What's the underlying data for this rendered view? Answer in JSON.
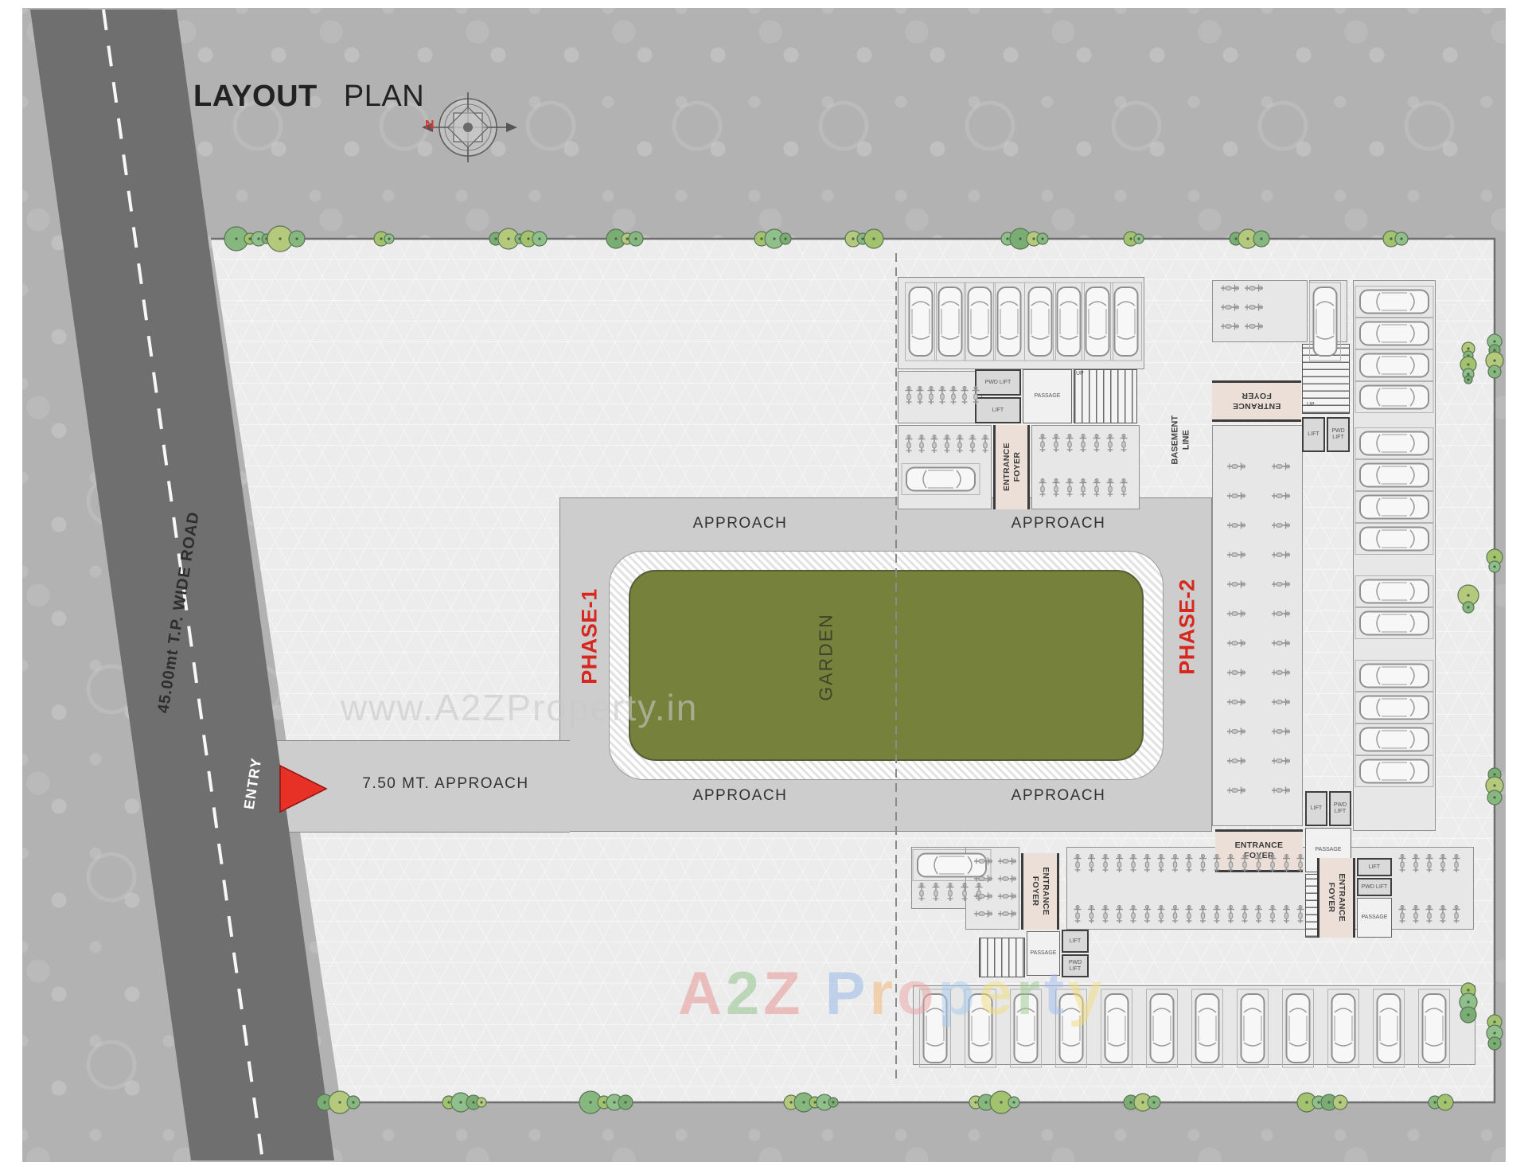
{
  "header": {
    "title_bold": "LAYOUT",
    "title_regular": "PLAN",
    "compass_north": "N"
  },
  "road": {
    "name": "45.00mt T.P. WIDE ROAD",
    "entry": "ENTRY"
  },
  "site": {
    "phase1": "PHASE-1",
    "phase2": "PHASE-2",
    "garden": "GARDEN",
    "approach": "APPROACH",
    "entry_approach": "7.50 MT. APPROACH",
    "basement_line": "BASEMENT LINE"
  },
  "buildings": {
    "entrance_foyer": "ENTRANCE FOYER",
    "lift": "LIFT",
    "pwd_lift": "PWD LIFT",
    "passage": "PASSAGE",
    "up": "UP"
  },
  "watermarks": {
    "center": "www.A2ZProperty.in",
    "brand_letters": [
      {
        "ch": "A",
        "color": "#e98f8f"
      },
      {
        "ch": "2",
        "color": "#8cc084"
      },
      {
        "ch": "Z",
        "color": "#e98f8f"
      },
      {
        "ch": " ",
        "color": "#ffffff"
      },
      {
        "ch": "P",
        "color": "#92b6e8"
      },
      {
        "ch": "r",
        "color": "#f2b46e"
      },
      {
        "ch": "o",
        "color": "#eba3a3"
      },
      {
        "ch": "p",
        "color": "#a8cbf0"
      },
      {
        "ch": "e",
        "color": "#f2df7d"
      },
      {
        "ch": "r",
        "color": "#9ccb90"
      },
      {
        "ch": "t",
        "color": "#a3bced"
      },
      {
        "ch": "y",
        "color": "#f2df7d"
      }
    ]
  },
  "colors": {
    "road": "#6f6f6f",
    "approach": "#cdcdcd",
    "garden": "#76813b",
    "phase_red": "#d6281e",
    "foyer": "#ecdfd8",
    "tree_greens": [
      "#85b77f",
      "#a2c26e",
      "#8fbf8a",
      "#79ad74",
      "#b4c97b"
    ]
  }
}
